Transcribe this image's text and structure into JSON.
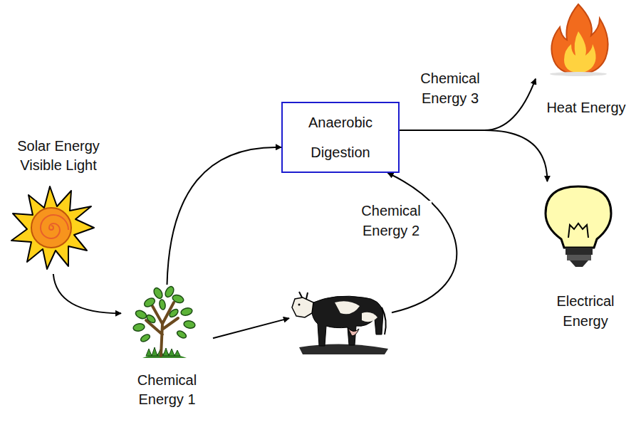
{
  "diagram": {
    "nodes": [
      {
        "text": [
          "Solar Energy Visible Light"
        ]
      },
      {
        "text": [
          "Chemical Energy 1"
        ]
      },
      {
        "text": []
      },
      {
        "text": [
          "Anaerobic Digestion"
        ]
      },
      {
        "text": [
          "Heat Energy"
        ]
      },
      {
        "text": [
          "Electrical Energy"
        ]
      }
    ],
    "edges": [
      {
        "from": 0,
        "to": 1,
        "arrow": "to"
      },
      {
        "from": 1,
        "to": 3,
        "arrow": "to"
      },
      {
        "from": 1,
        "to": 2,
        "arrow": "to"
      },
      {
        "from": 2,
        "to": 3,
        "label": "Chemical Energy 2",
        "arrow": "to"
      },
      {
        "from": 3,
        "to": 4,
        "label": "Chemical Energy 3",
        "arrow": "to"
      },
      {
        "from": 3,
        "to": 5,
        "arrow": "to"
      }
    ]
  }
}
